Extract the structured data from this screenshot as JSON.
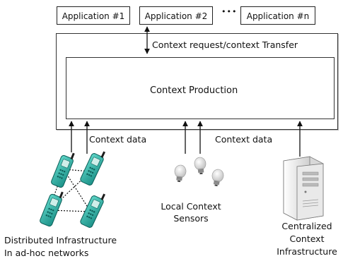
{
  "applications": [
    "Application #1",
    "Application #2",
    "Application #n"
  ],
  "ellipsis": "•••",
  "context_request_label": "Context request/context Transfer",
  "context_production_label": "Context Production",
  "context_data_left": "Context data",
  "context_data_right": "Context data",
  "local_sensors_label": [
    "Local Context",
    "Sensors"
  ],
  "distributed_label": [
    "Distributed Infrastructure",
    "In ad-hoc networks"
  ],
  "centralized_label": [
    "Centralized",
    "Context",
    "Infrastructure"
  ],
  "colors": {
    "phone_body": "#2bb5a8",
    "phone_dark": "#137a74",
    "bulb": "#e8e8e8",
    "server": "#f0f0f0"
  }
}
